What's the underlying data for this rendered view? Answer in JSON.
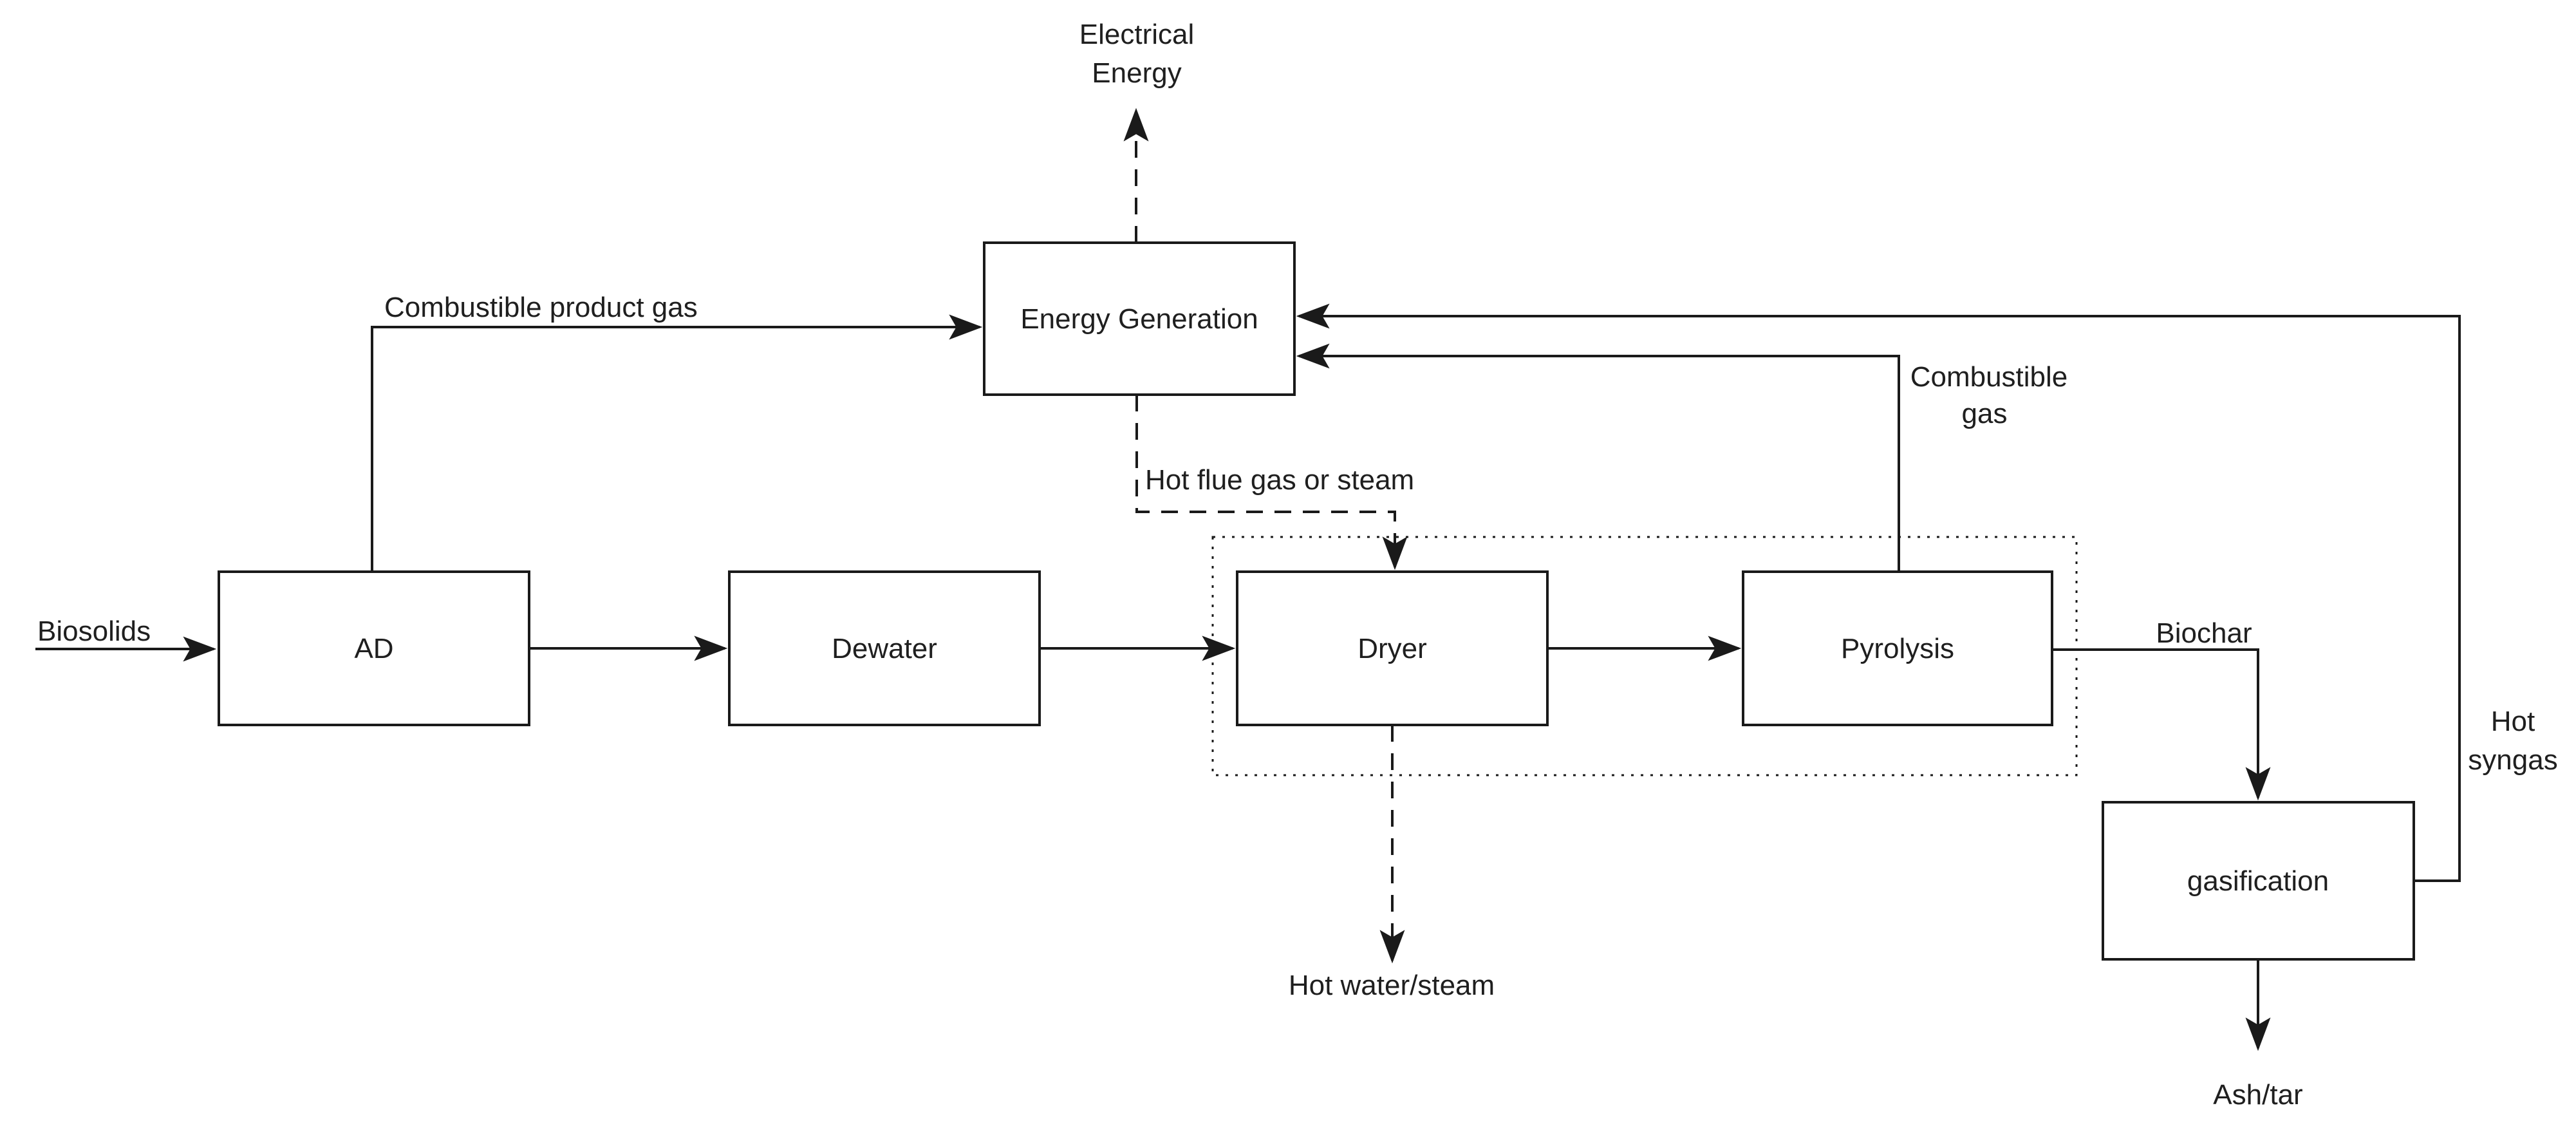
{
  "diagram": {
    "type": "flowchart",
    "colors": {
      "background": "#ffffff",
      "line": "#1a1a1a",
      "text": "#1f1f1f"
    },
    "nodes": {
      "ad": {
        "label": "AD"
      },
      "dewater": {
        "label": "Dewater"
      },
      "dryer": {
        "label": "Dryer"
      },
      "pyrolysis": {
        "label": "Pyrolysis"
      },
      "energy_generation": {
        "label": "Energy Generation"
      },
      "gasification": {
        "label": "gasification"
      }
    },
    "edge_labels": {
      "biosolids": "Biosolids",
      "combustible_product_gas": "Combustible product gas",
      "electrical_energy_line1": "Electrical",
      "electrical_energy_line2": "Energy",
      "hot_flue_gas_or_steam": "Hot flue gas or steam",
      "hot_water_steam": "Hot water/steam",
      "combustible_gas_line1": "Combustible",
      "combustible_gas_line2": "gas",
      "biochar": "Biochar",
      "hot_syngas_line1": "Hot",
      "hot_syngas_line2": "syngas",
      "ash_tar": "Ash/tar"
    }
  }
}
